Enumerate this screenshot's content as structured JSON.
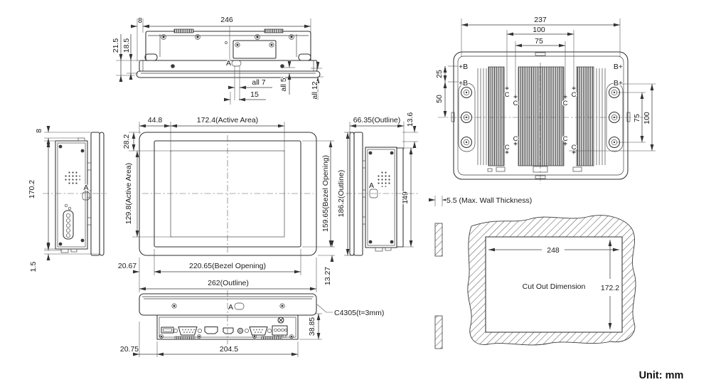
{
  "drawing": {
    "unit_note": "Unit: mm",
    "palette": {
      "line": "#333333",
      "background": "#ffffff"
    },
    "top_view": {
      "d246": "246",
      "d8": "8",
      "d21_5": "21.5",
      "d18_5": "18.5",
      "datum_a": "A",
      "all7": "all 7",
      "d15": "15",
      "all5": "all 5",
      "all12": "all 12"
    },
    "rear_view": {
      "d237": "237",
      "d100": "100",
      "d75": "75",
      "d25": "25",
      "d50": "50",
      "dv75": "75",
      "dv100": "100",
      "datum_b_left": "+B",
      "datum_b_right": "B+",
      "datum_c": "C"
    },
    "left_view": {
      "d8": "8",
      "d170_2": "170.2",
      "d1_5": "1.5",
      "datum_a": "A"
    },
    "front_view": {
      "d44_8": "44.8",
      "active_w": "172.4(Active Area)",
      "d28_2": "28.2",
      "active_h": "129.8(Active Area)",
      "bezel_h": "159.65(Bezel Opening)",
      "bezel_w": "220.65(Bezel Opening)",
      "d20_67": "20.67",
      "d13_27": "13.27",
      "outline_w": "262(Outline)"
    },
    "right_view": {
      "outline_w": "66.35(Outline)",
      "d13_6": "13.6",
      "outline_h": "186.2(Outline)",
      "d149": "149",
      "datum_a": "A"
    },
    "bottom_view": {
      "d38_85": "38.85",
      "d20_75": "20.75",
      "d204_5": "204.5",
      "gasket": "C4305(t=3mm)",
      "datum_a": "A"
    },
    "cutout_view": {
      "wall": "5.5 (Max. Wall Thickness)",
      "d248": "248",
      "label": "Cut Out Dimension",
      "d172_2": "172.2"
    }
  }
}
